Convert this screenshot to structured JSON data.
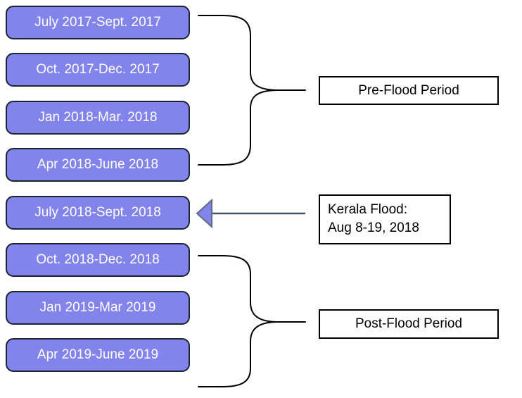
{
  "diagram": {
    "title_hint": "Kerala flood study timeline of quarterly periods",
    "quarter_boxes": [
      {
        "label": "July 2017-Sept. 2017"
      },
      {
        "label": "Oct. 2017-Dec. 2017"
      },
      {
        "label": "Jan 2018-Mar. 2018"
      },
      {
        "label": "Apr 2018-June 2018"
      },
      {
        "label": "July 2018-Sept. 2018"
      },
      {
        "label": "Oct. 2018-Dec. 2018"
      },
      {
        "label": "Jan 2019-Mar 2019"
      },
      {
        "label": "Apr 2019-June 2019"
      }
    ],
    "annotations": {
      "pre_flood": {
        "label": "Pre-Flood Period"
      },
      "flood_event": {
        "line1": "Kerala Flood:",
        "line2": "Aug 8-19, 2018"
      },
      "post_flood": {
        "label": "Post-Flood Period"
      }
    },
    "colors": {
      "page_bg": "#FFFFFF",
      "box_fill": "#8283EB",
      "box_border": "#1A2530",
      "box_text": "#FFFFFF",
      "label_border": "#000000",
      "label_text": "#000000",
      "brace_color": "#000000",
      "arrow_line_color": "#44546A",
      "arrow_head_fill": "#8283EB",
      "arrow_head_border": "#5E6E7E"
    }
  }
}
